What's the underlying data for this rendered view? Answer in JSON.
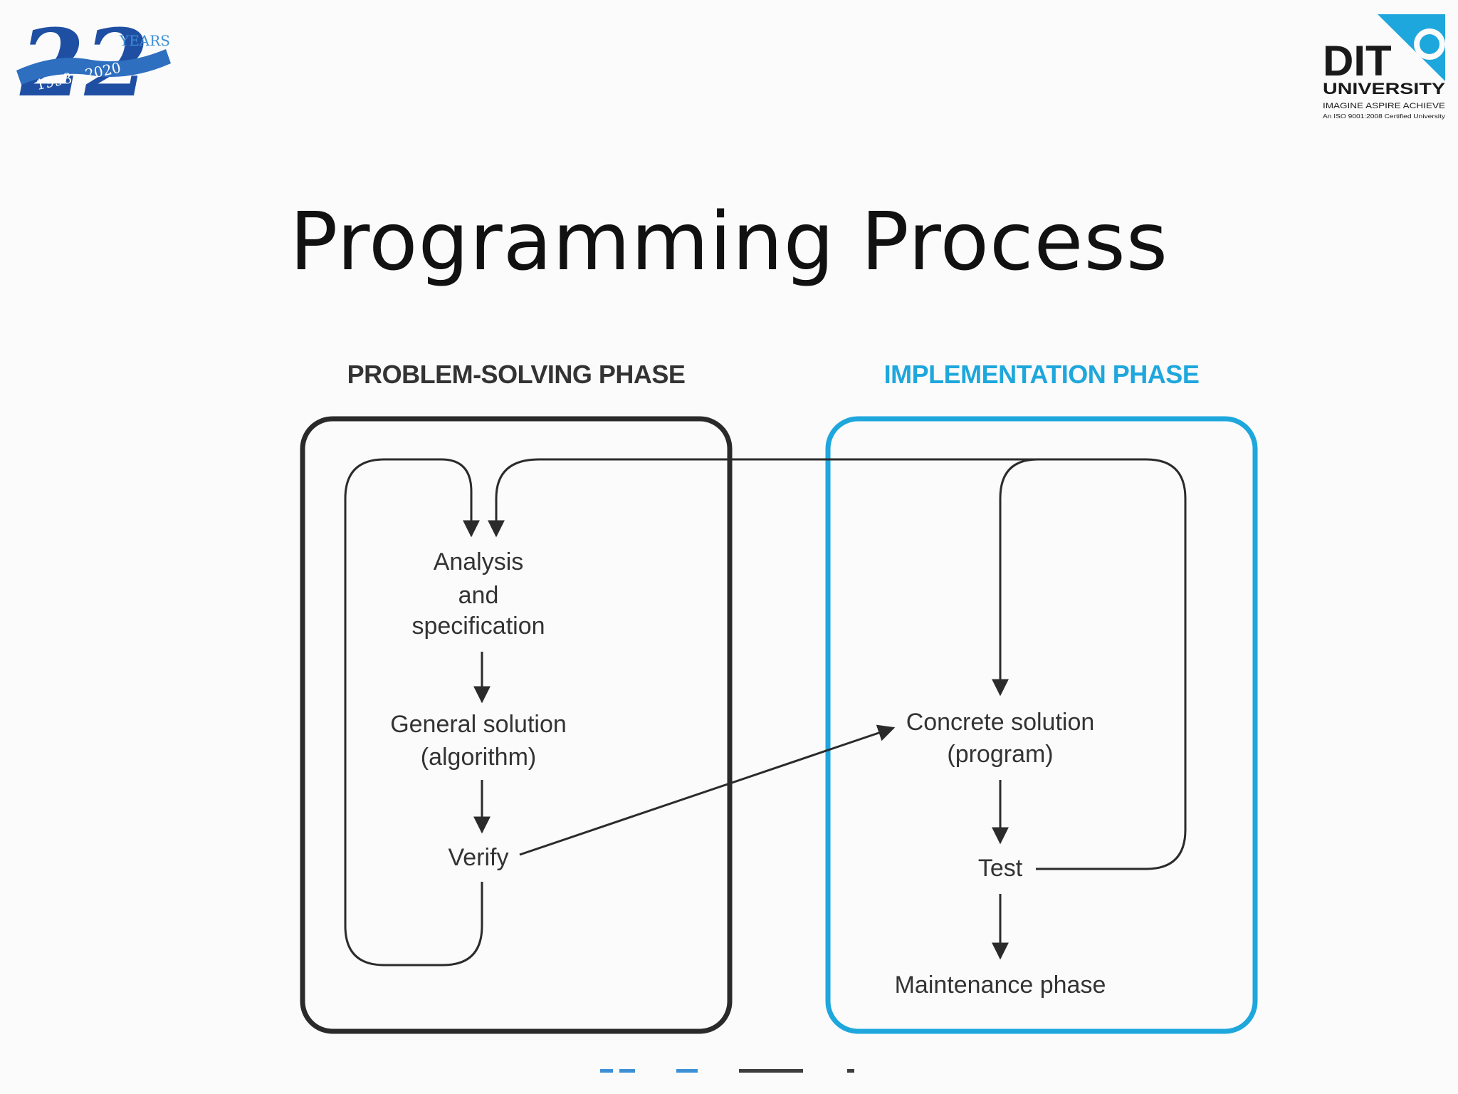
{
  "logo_left": {
    "years_word": "YEARS",
    "range": "1998 - 2020",
    "number": "22"
  },
  "logo_right": {
    "name_top": "DIT",
    "name_bottom": "UNIVERSITY",
    "motto": "IMAGINE  ASPIRE  ACHIEVE",
    "certification": "An ISO 9001:2008 Certified University"
  },
  "title": "Programming Process",
  "diagram": {
    "problem_phase_label": "PROBLEM-SOLVING PHASE",
    "implementation_phase_label": "IMPLEMENTATION PHASE",
    "nodes": {
      "analysis_line1": "Analysis",
      "analysis_line2": "and",
      "analysis_line3": "specification",
      "general_line1": "General solution",
      "general_line2": "(algorithm)",
      "verify": "Verify",
      "concrete_line1": "Concrete solution",
      "concrete_line2": "(program)",
      "test": "Test",
      "maintenance": "Maintenance phase"
    },
    "colors": {
      "problem_phase": "#2a2a2a",
      "implementation_phase": "#1ea7dc",
      "implementation_label": "#1ea7dc",
      "problem_label": "#333333"
    }
  },
  "colors": {
    "logo_blue": "#1f4fa3",
    "logo_light_blue": "#3d8fd6",
    "dit_dark": "#1a1a1a",
    "dit_accent": "#1ea7dc"
  }
}
